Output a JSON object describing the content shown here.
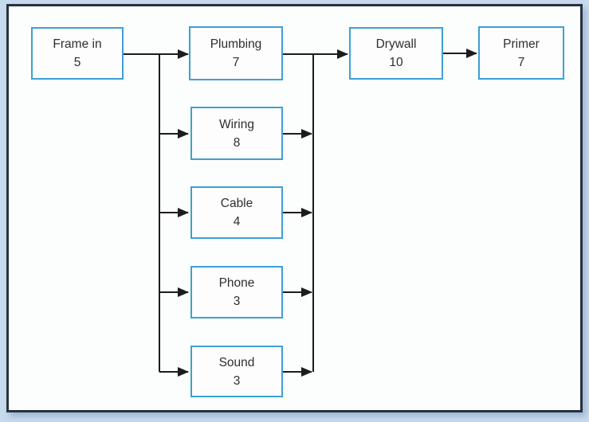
{
  "diagram": {
    "type": "activity-network",
    "description": "Project precedence network of construction activities with durations",
    "nodes": [
      {
        "id": "frame_in",
        "label": "Frame in",
        "duration": "5"
      },
      {
        "id": "plumbing",
        "label": "Plumbing",
        "duration": "7"
      },
      {
        "id": "wiring",
        "label": "Wiring",
        "duration": "8"
      },
      {
        "id": "cable",
        "label": "Cable",
        "duration": "4"
      },
      {
        "id": "phone",
        "label": "Phone",
        "duration": "3"
      },
      {
        "id": "sound",
        "label": "Sound",
        "duration": "3"
      },
      {
        "id": "drywall",
        "label": "Drywall",
        "duration": "10"
      },
      {
        "id": "primer",
        "label": "Primer",
        "duration": "7"
      }
    ],
    "edges": [
      {
        "from": "frame_in",
        "to": "plumbing"
      },
      {
        "from": "frame_in",
        "to": "wiring"
      },
      {
        "from": "frame_in",
        "to": "cable"
      },
      {
        "from": "frame_in",
        "to": "phone"
      },
      {
        "from": "frame_in",
        "to": "sound"
      },
      {
        "from": "plumbing",
        "to": "drywall"
      },
      {
        "from": "wiring",
        "to": "drywall"
      },
      {
        "from": "cable",
        "to": "drywall"
      },
      {
        "from": "phone",
        "to": "drywall"
      },
      {
        "from": "sound",
        "to": "drywall"
      },
      {
        "from": "drywall",
        "to": "primer"
      }
    ],
    "colors": {
      "page_background": "#c7daee",
      "panel_background": "#fcfdfd",
      "panel_border": "#27313f",
      "node_border": "#3da0d4",
      "node_background": "#fdfdfd",
      "connector_line": "#1c1c1c",
      "text": "#2e2e2e"
    }
  }
}
